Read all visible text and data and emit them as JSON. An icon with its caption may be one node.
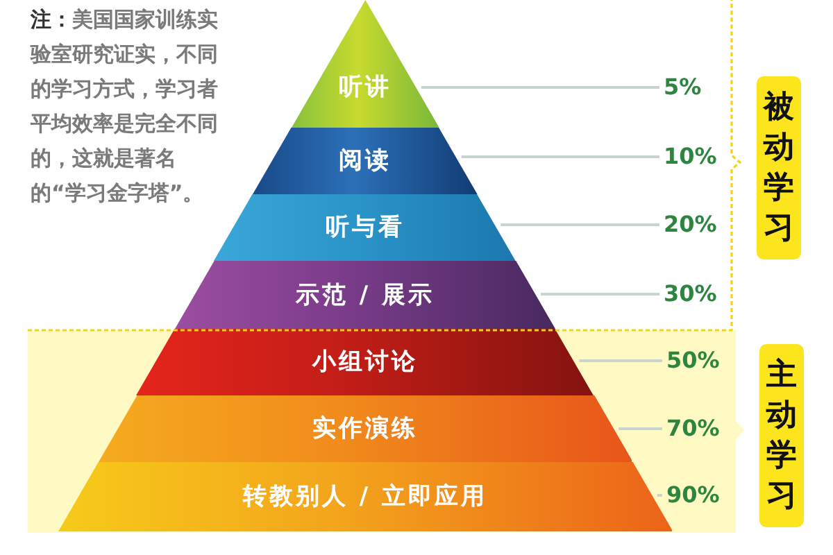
{
  "diagram": {
    "nodes": [
      {
        "text": [
          "听讲"
        ]
      },
      {
        "text": [
          "阅读"
        ]
      },
      {
        "text": [
          "听与看"
        ]
      },
      {
        "text": [
          "示范 / 展示"
        ]
      },
      {
        "text": [
          "小组讨论"
        ]
      },
      {
        "text": [
          "实作演练"
        ]
      },
      {
        "text": [
          "转教别人 / 立即应用"
        ]
      },
      {
        "text": [
          "5%"
        ]
      },
      {
        "text": [
          "10%"
        ]
      },
      {
        "text": [
          "20%"
        ]
      },
      {
        "text": [
          "30%"
        ]
      },
      {
        "text": [
          "50%"
        ]
      },
      {
        "text": [
          "70%"
        ]
      },
      {
        "text": [
          "90%"
        ]
      },
      {
        "text": [
          "被动学习"
        ]
      },
      {
        "text": [
          "主动学习"
        ]
      }
    ],
    "edges": [
      {
        "from": 7,
        "to": 0,
        "arrow": "none"
      },
      {
        "from": 8,
        "to": 1,
        "arrow": "none"
      },
      {
        "from": 9,
        "to": 2,
        "arrow": "none"
      },
      {
        "from": 10,
        "to": 3,
        "arrow": "none"
      },
      {
        "from": 11,
        "to": 4,
        "arrow": "none"
      },
      {
        "from": 12,
        "to": 5,
        "arrow": "none"
      },
      {
        "from": 13,
        "to": 6,
        "arrow": "none"
      }
    ],
    "labels": [
      "**注：**美国国家训练实验室研究证实，不同的学习方式，学习者平均效率是完全不同的，这就是著名的“学习金字塔”。"
    ]
  }
}
